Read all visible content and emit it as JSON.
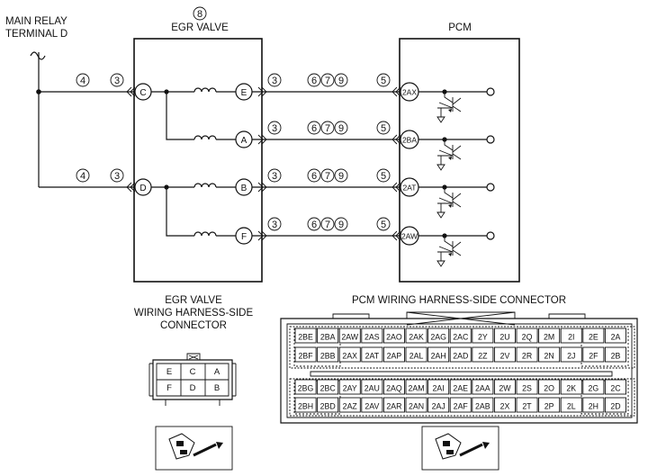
{
  "labels": {
    "main_relay": "MAIN RELAY",
    "terminal_d": "TERMINAL D",
    "egr_valve": "EGR VALVE",
    "egr_ref": "8",
    "pcm": "PCM",
    "egr_conn_l1": "EGR VALVE",
    "egr_conn_l2": "WIRING HARNESS-SIDE",
    "egr_conn_l3": "CONNECTOR",
    "pcm_conn": "PCM WIRING HARNESS-SIDE CONNECTOR"
  },
  "wire_refs": {
    "left": "4",
    "near_valve": "3",
    "after_valve": "3",
    "middle": [
      "6",
      "7",
      "9"
    ],
    "near_pcm": "5"
  },
  "egr_inputs": [
    "C",
    "D"
  ],
  "egr_outputs": [
    "E",
    "A",
    "B",
    "F"
  ],
  "pcm_pins": [
    "2AX",
    "2BA",
    "2AT",
    "2AW"
  ],
  "egr_connector": {
    "top": [
      "E",
      "C",
      "A"
    ],
    "bottom": [
      "F",
      "D",
      "B"
    ]
  },
  "pcm_connector": {
    "row1": [
      "2BE",
      "2BA",
      "2AW",
      "2AS",
      "2AO",
      "2AK",
      "2AG",
      "2AC",
      "2Y",
      "2U",
      "2Q",
      "2M",
      "2I",
      "2E",
      "2A"
    ],
    "row2": [
      "2BF",
      "2BB",
      "2AX",
      "2AT",
      "2AP",
      "2AL",
      "2AH",
      "2AD",
      "2Z",
      "2V",
      "2R",
      "2N",
      "2J",
      "2F",
      "2B"
    ],
    "row3": [
      "2BG",
      "2BC",
      "2AY",
      "2AU",
      "2AQ",
      "2AM",
      "2AI",
      "2AE",
      "2AA",
      "2W",
      "2S",
      "2O",
      "2K",
      "2G",
      "2C"
    ],
    "row4": [
      "2BH",
      "2BD",
      "2AZ",
      "2AV",
      "2AR",
      "2AN",
      "2AJ",
      "2AF",
      "2AB",
      "2X",
      "2T",
      "2P",
      "2L",
      "2H",
      "2D"
    ]
  }
}
